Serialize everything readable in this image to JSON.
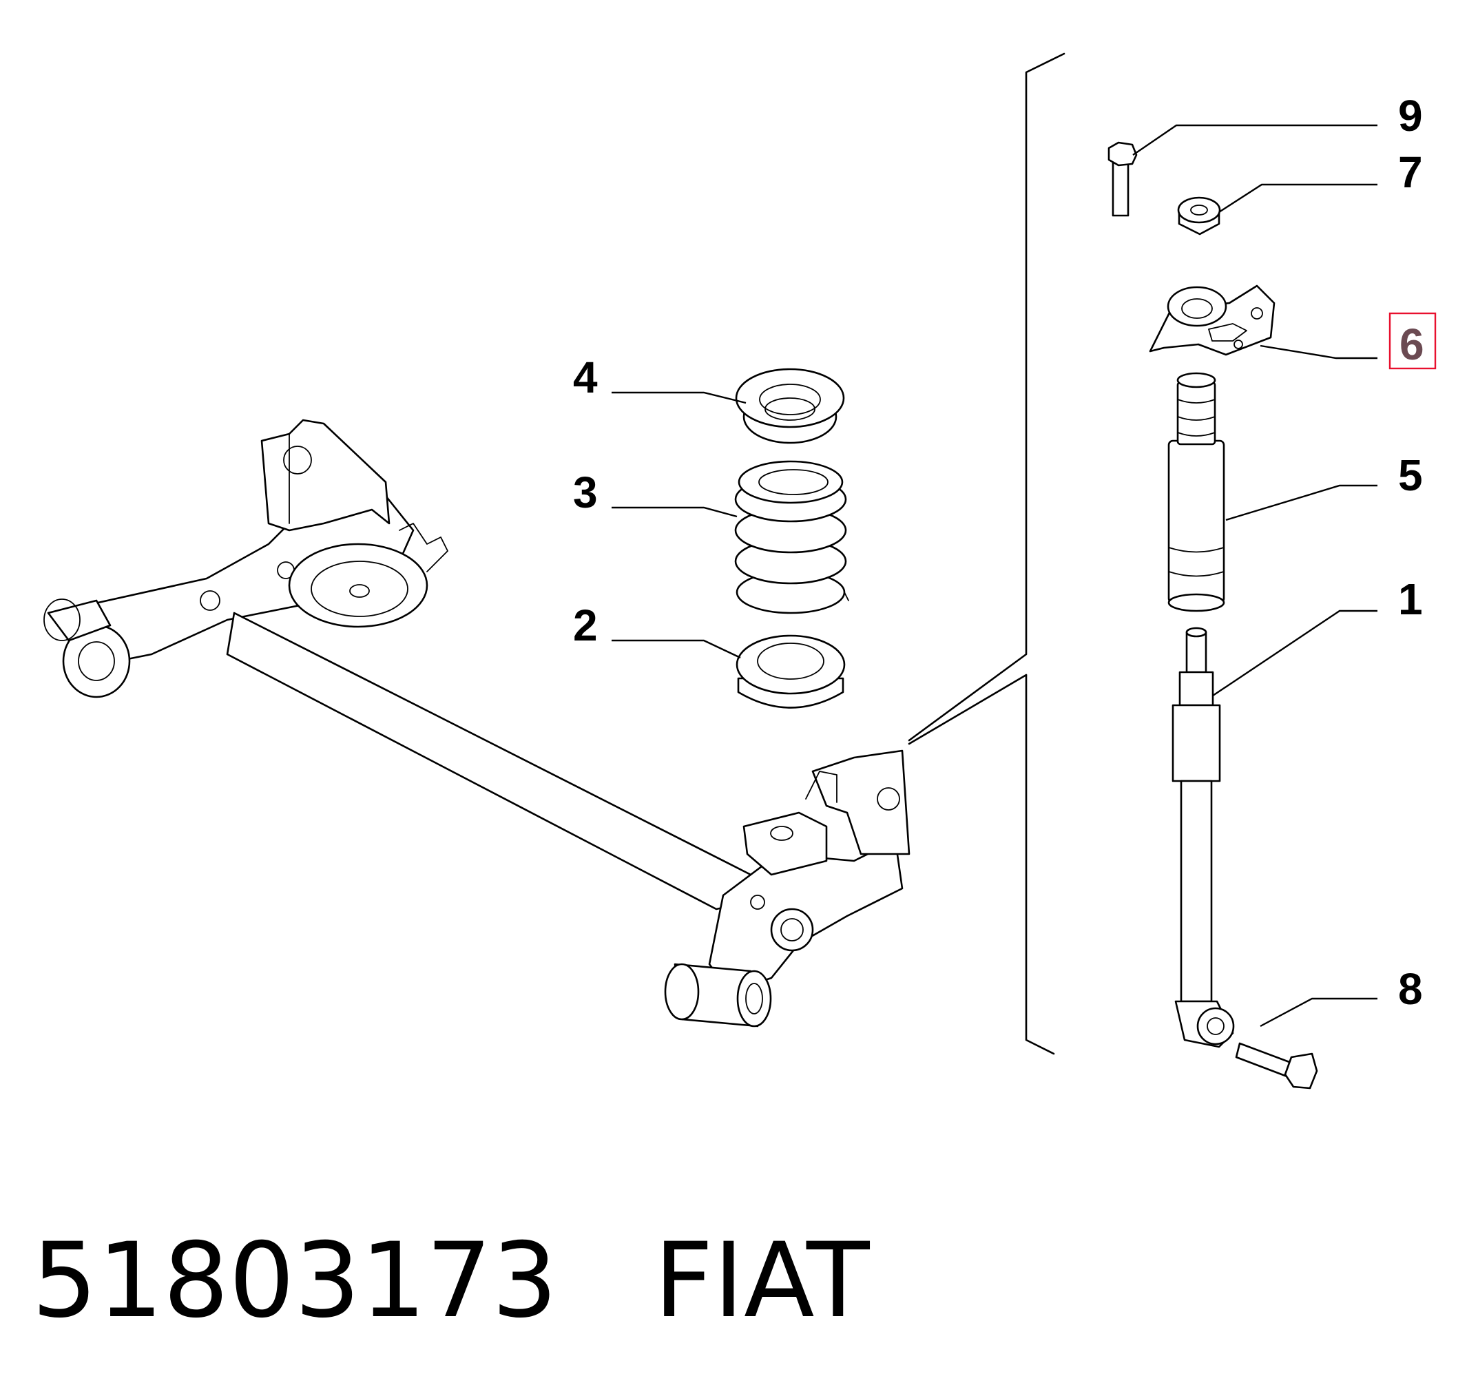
{
  "footer": {
    "part_number": "51803173",
    "brand": "FIAT"
  },
  "callouts": {
    "c1": "1",
    "c2": "2",
    "c3": "3",
    "c4": "4",
    "c5": "5",
    "c6": "6",
    "c7": "7",
    "c8": "8",
    "c9": "9"
  },
  "highlight": {
    "callout": "6",
    "box_color": "#e8102e",
    "text_color": "#6b4a52"
  }
}
